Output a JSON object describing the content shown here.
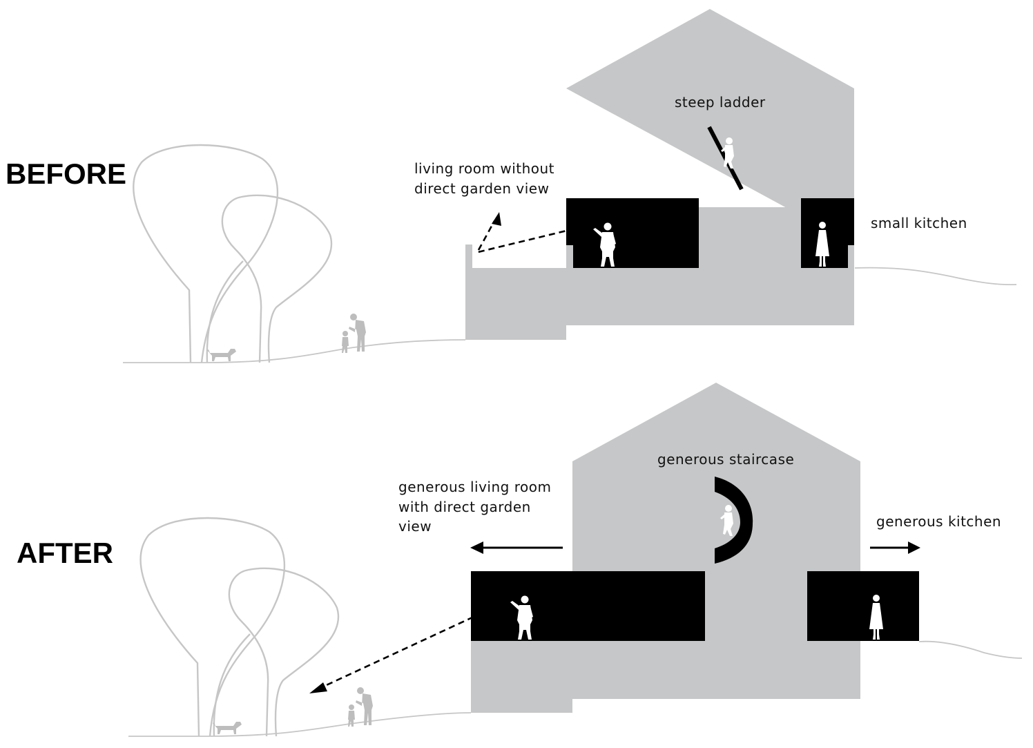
{
  "before": {
    "heading": "BEFORE",
    "steep_ladder": "steep ladder",
    "living_room_line1": "living room without",
    "living_room_line2": "direct garden view",
    "small_kitchen": "small kitchen"
  },
  "after": {
    "heading": "AFTER",
    "staircase": "generous staircase",
    "living_room_line1": "generous living room",
    "living_room_line2": "with direct garden",
    "living_room_line3": "view",
    "kitchen": "generous kitchen"
  },
  "colors": {
    "house": "#c6c7c8",
    "rooms": "#000000",
    "landscape_lines": "#c6c6c6",
    "people_in_house": "#ffffff",
    "people_in_garden": "#bdbdbd"
  }
}
